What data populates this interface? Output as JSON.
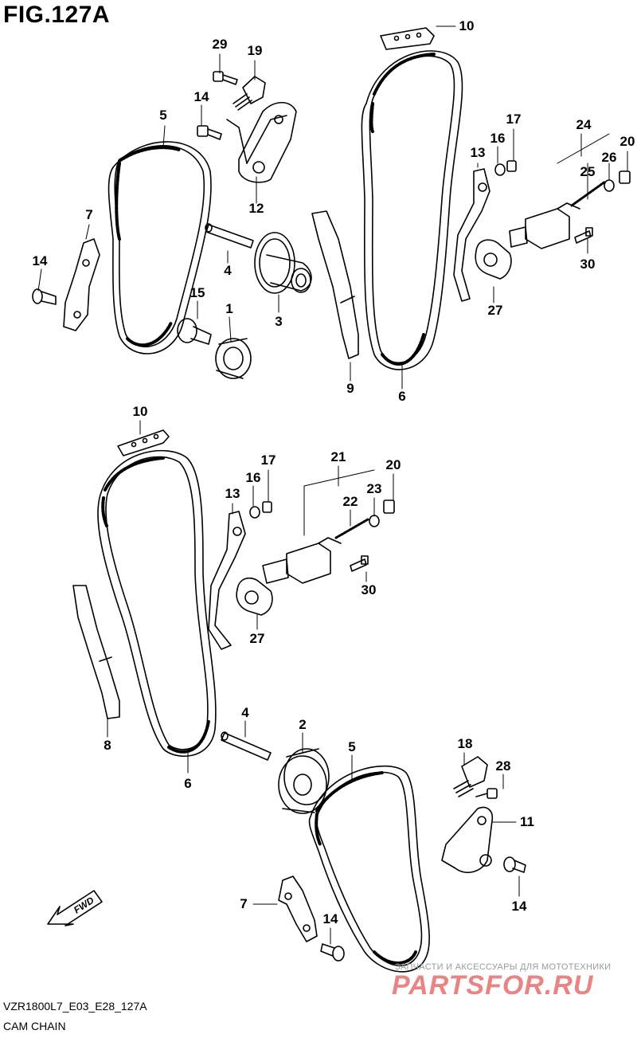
{
  "figure": {
    "title": "FIG.127A",
    "code": "VZR1800L7_E03_E28_127A",
    "name": "CAM CHAIN"
  },
  "watermark": {
    "tagline": "ЗАПЧАСТИ И АКСЕССУАРЫ ДЛЯ МОТОТЕХНИКИ",
    "brand": "PARTSFOR.RU"
  },
  "fwd_label": "FWD",
  "parts": {
    "p1": "1",
    "p2": "2",
    "p3": "3",
    "p4a": "4",
    "p4b": "4",
    "p5a": "5",
    "p5b": "5",
    "p6a": "6",
    "p6b": "6",
    "p7a": "7",
    "p7b": "7",
    "p8": "8",
    "p9": "9",
    "p10a": "10",
    "p10b": "10",
    "p11": "11",
    "p12": "12",
    "p13a": "13",
    "p13b": "13",
    "p14a": "14",
    "p14b": "14",
    "p14c": "14",
    "p14d": "14",
    "p15": "15",
    "p16a": "16",
    "p16b": "16",
    "p17a": "17",
    "p17b": "17",
    "p18": "18",
    "p19": "19",
    "p20a": "20",
    "p20b": "20",
    "p21": "21",
    "p22": "22",
    "p23": "23",
    "p24": "24",
    "p25": "25",
    "p26": "26",
    "p27a": "27",
    "p27b": "27",
    "p28": "28",
    "p29": "29",
    "p30a": "30",
    "p30b": "30"
  },
  "colors": {
    "line": "#000000",
    "watermark_red": "#e45a5a"
  }
}
